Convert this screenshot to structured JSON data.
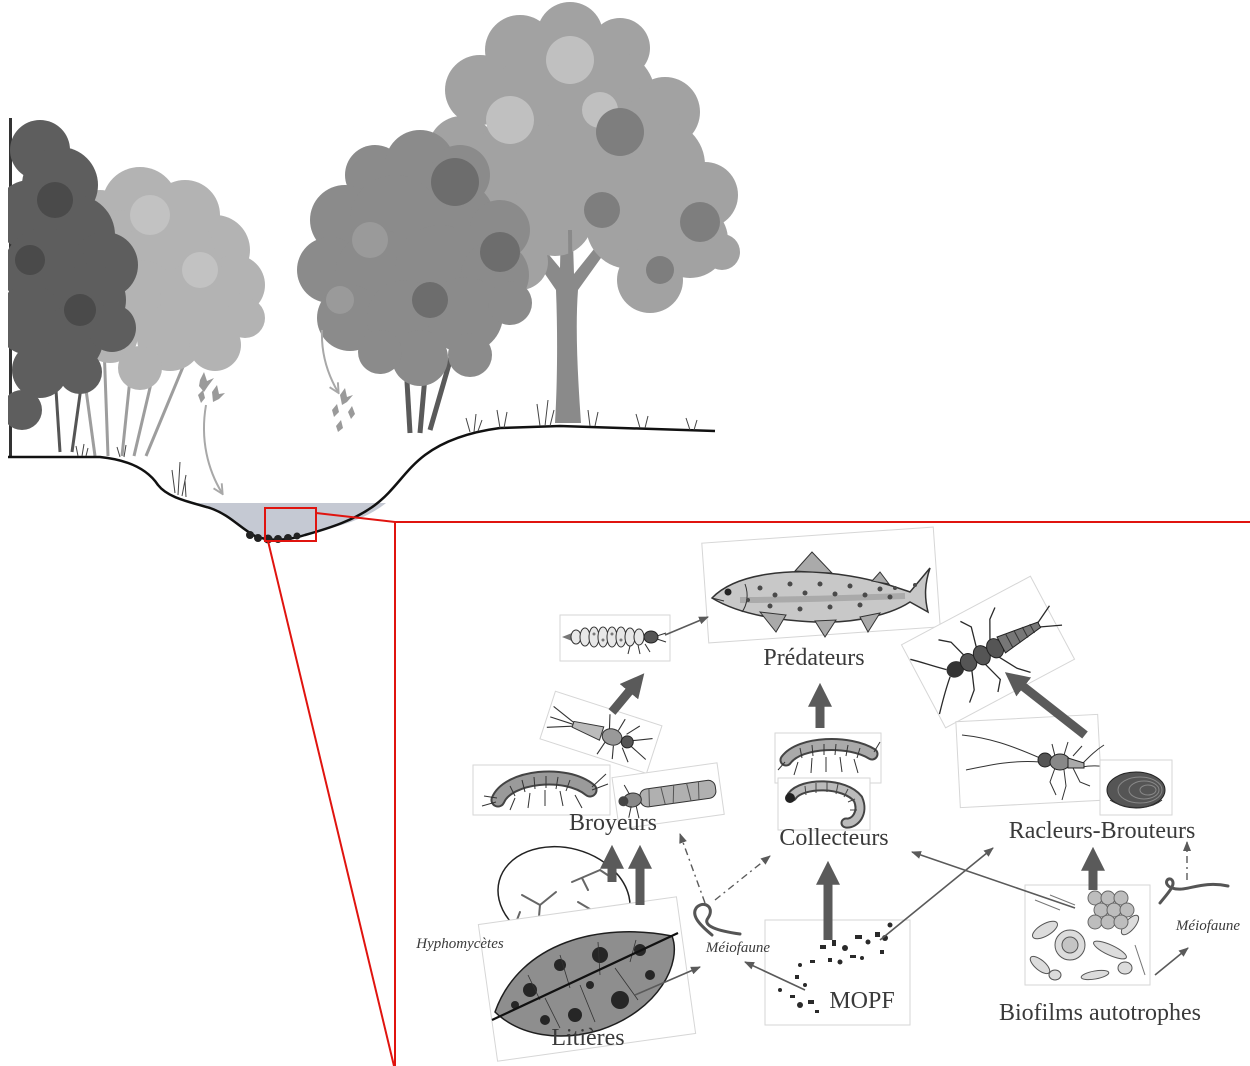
{
  "labels": {
    "predateurs": "Prédateurs",
    "broyeurs": "Broyeurs",
    "collecteurs": "Collecteurs",
    "racleurs_brouteurs": "Racleurs-Brouteurs",
    "hyphomycetes": "Hyphomycètes",
    "meiofaune_left": "Méiofaune",
    "meiofaune_right": "Méiofaune",
    "litieres": "Litières",
    "mopf": "MOPF",
    "biofilms": "Biofilms autotrophes"
  },
  "colors": {
    "frame": "#e0140f",
    "label": "#3a3a3a",
    "arrow": "#5a5a5a",
    "water": "#c5c9d3"
  }
}
